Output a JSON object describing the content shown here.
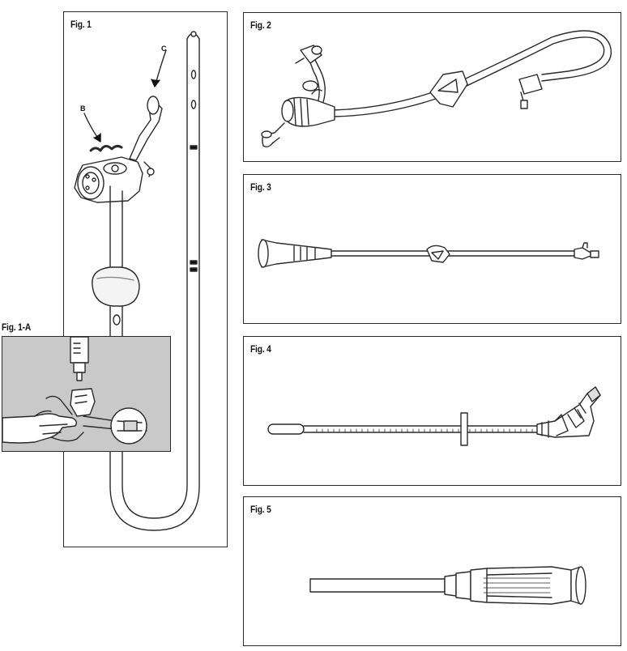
{
  "figures": {
    "fig1": {
      "label": "Fig. 1",
      "callout_b": "B",
      "callout_c": "C"
    },
    "fig1a": {
      "label": "Fig. 1-A"
    },
    "fig2": {
      "label": "Fig. 2"
    },
    "fig3": {
      "label": "Fig. 3"
    },
    "fig4": {
      "label": "Fig. 4"
    },
    "fig5": {
      "label": "Fig. 5"
    }
  },
  "colors": {
    "line": "#2a2a2a",
    "inset_bg": "#c9c9c9",
    "fill": "#ffffff",
    "shade": "#9a9a9a"
  }
}
